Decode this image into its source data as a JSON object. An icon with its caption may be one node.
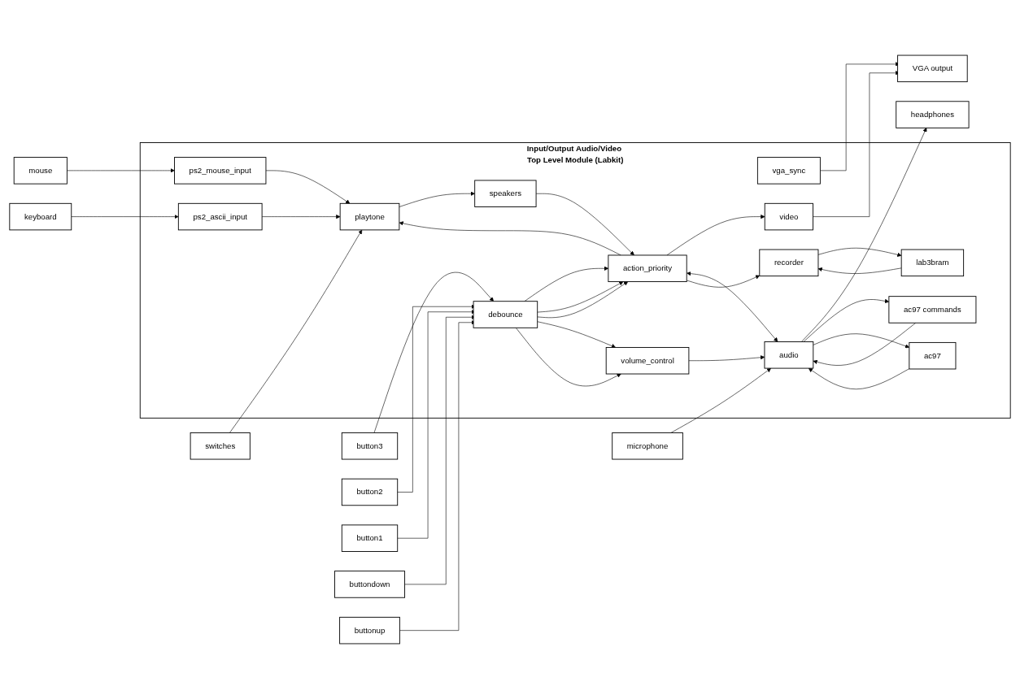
{
  "diagram": {
    "nodes": [
      {
        "text": [
          "Input/Output Audio/Video Top Level Module (Labkit)"
        ]
      },
      {
        "text": [
          "switches"
        ]
      },
      {
        "text": [
          "mouse"
        ]
      },
      {
        "text": [
          "ps2_mouse_input"
        ],
        "in": 0
      },
      {
        "text": [
          "vga_sync"
        ],
        "in": 0
      },
      {
        "text": [
          "VGA output"
        ]
      },
      {
        "text": [
          "keyboard"
        ]
      },
      {
        "text": [
          "ps2_ascii_input"
        ],
        "in": 0
      },
      {
        "text": [
          "video"
        ],
        "in": 0
      },
      {
        "text": [
          "button3"
        ]
      },
      {
        "text": [
          "debounce"
        ],
        "in": 0
      },
      {
        "text": [
          "action_priority"
        ],
        "in": 0
      },
      {
        "text": [
          "playtone"
        ],
        "in": 0
      },
      {
        "text": [
          "speakers"
        ],
        "in": 0
      },
      {
        "text": [
          "button2"
        ]
      },
      {
        "text": [
          "recorder"
        ],
        "in": 0
      },
      {
        "text": [
          "button1"
        ]
      },
      {
        "text": [
          "lab3bram"
        ],
        "in": 0
      },
      {
        "text": [
          "buttondown"
        ]
      },
      {
        "text": [
          "buttonup"
        ]
      },
      {
        "text": [
          "volume_control"
        ],
        "in": 0
      },
      {
        "text": [
          "audio"
        ],
        "in": 0
      },
      {
        "text": [
          "microphone"
        ]
      },
      {
        "text": [
          "headphones"
        ]
      },
      {
        "text": [
          "ac97 commands"
        ],
        "in": 0
      },
      {
        "text": [
          "ac97"
        ],
        "in": 0
      }
    ],
    "edges": [
      {
        "from": 1,
        "to": 12,
        "arrow": "to"
      },
      {
        "from": 2,
        "to": 3,
        "arrow": "to"
      },
      {
        "from": 3,
        "to": 12,
        "arrow": "to"
      },
      {
        "from": 6,
        "to": 7,
        "arrow": "to"
      },
      {
        "from": 7,
        "to": 12,
        "arrow": "to"
      },
      {
        "from": 4,
        "to": 5,
        "arrow": "to"
      },
      {
        "from": 8,
        "to": 5,
        "arrow": "to"
      },
      {
        "from": 11,
        "to": 8,
        "arrow": "to"
      },
      {
        "from": 9,
        "to": 10,
        "arrow": "to"
      },
      {
        "from": 14,
        "to": 10,
        "arrow": "to"
      },
      {
        "from": 16,
        "to": 10,
        "arrow": "to"
      },
      {
        "from": 18,
        "to": 10,
        "arrow": "to"
      },
      {
        "from": 19,
        "to": 10,
        "arrow": "to"
      },
      {
        "from": 10,
        "to": 11,
        "arrow": "to"
      },
      {
        "from": 10,
        "to": 11,
        "arrow": "to"
      },
      {
        "from": 10,
        "to": 11,
        "arrow": "to"
      },
      {
        "from": 11,
        "to": 12,
        "arrow": "to"
      },
      {
        "from": 12,
        "to": 13,
        "arrow": "to"
      },
      {
        "from": 13,
        "to": 11,
        "arrow": "to"
      },
      {
        "from": 11,
        "to": 21,
        "arrow": "both"
      },
      {
        "from": 11,
        "to": 15,
        "arrow": "to"
      },
      {
        "from": 15,
        "to": 17,
        "arrow": "to"
      },
      {
        "from": 17,
        "to": 15,
        "arrow": "to"
      },
      {
        "from": 10,
        "to": 20,
        "arrow": "to"
      },
      {
        "from": 10,
        "to": 20,
        "arrow": "to"
      },
      {
        "from": 20,
        "to": 21,
        "arrow": "to"
      },
      {
        "from": 22,
        "to": 21,
        "arrow": "to"
      },
      {
        "from": 21,
        "to": 23,
        "arrow": "to"
      },
      {
        "from": 21,
        "to": 24,
        "arrow": "to"
      },
      {
        "from": 24,
        "to": 21,
        "arrow": "to"
      },
      {
        "from": 21,
        "to": 25,
        "arrow": "to"
      },
      {
        "from": 25,
        "to": 21,
        "arrow": "to"
      }
    ]
  }
}
